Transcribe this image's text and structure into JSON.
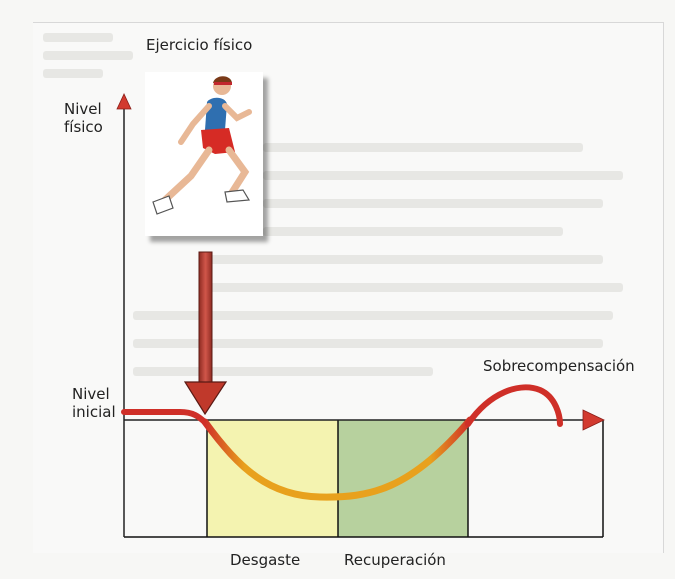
{
  "title": "Ejercicio físico",
  "y_axis": {
    "label_line1": "Nivel",
    "label_line2": "físico"
  },
  "baseline": {
    "label_line1": "Nivel",
    "label_line2": "inicial"
  },
  "phases": [
    {
      "label": "Desgaste",
      "color": "#f4f3b0"
    },
    {
      "label": "Recuperación",
      "color": "#b7d19e"
    }
  ],
  "peak_label": "Sobrecompensación",
  "colors": {
    "axis": "#d23a2f",
    "curve_start": "#cf2f28",
    "curve_mid": "#e8a11d",
    "arrow": "#c0392b",
    "outline": "#111111"
  },
  "icon": "running-athlete-icon"
}
